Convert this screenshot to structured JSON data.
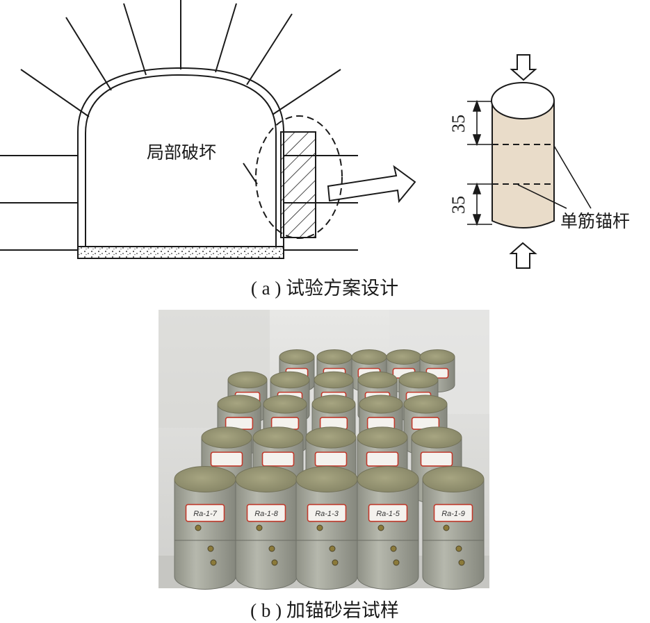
{
  "diagram": {
    "local_failure_label": "局部破坏",
    "rebar_label": "单筋锚杆",
    "dim_top": "35",
    "dim_bottom": "35",
    "caption_a": "( a ) 试验方案设计"
  },
  "photo": {
    "specimen_tags": [
      "Ra-1-7",
      "Ra-1-8",
      "Ra-1-3",
      "Ra-1-5",
      "Ra-1-9"
    ],
    "caption_b": "( b ) 加锚砂岩试样"
  },
  "colors": {
    "line": "#1a1a1a",
    "specimen_fill": "#e9dcc9",
    "photo_bg": "#dcdcdc",
    "rock_top": "#9a9a7c",
    "rock_side": "#a9ab9f"
  }
}
